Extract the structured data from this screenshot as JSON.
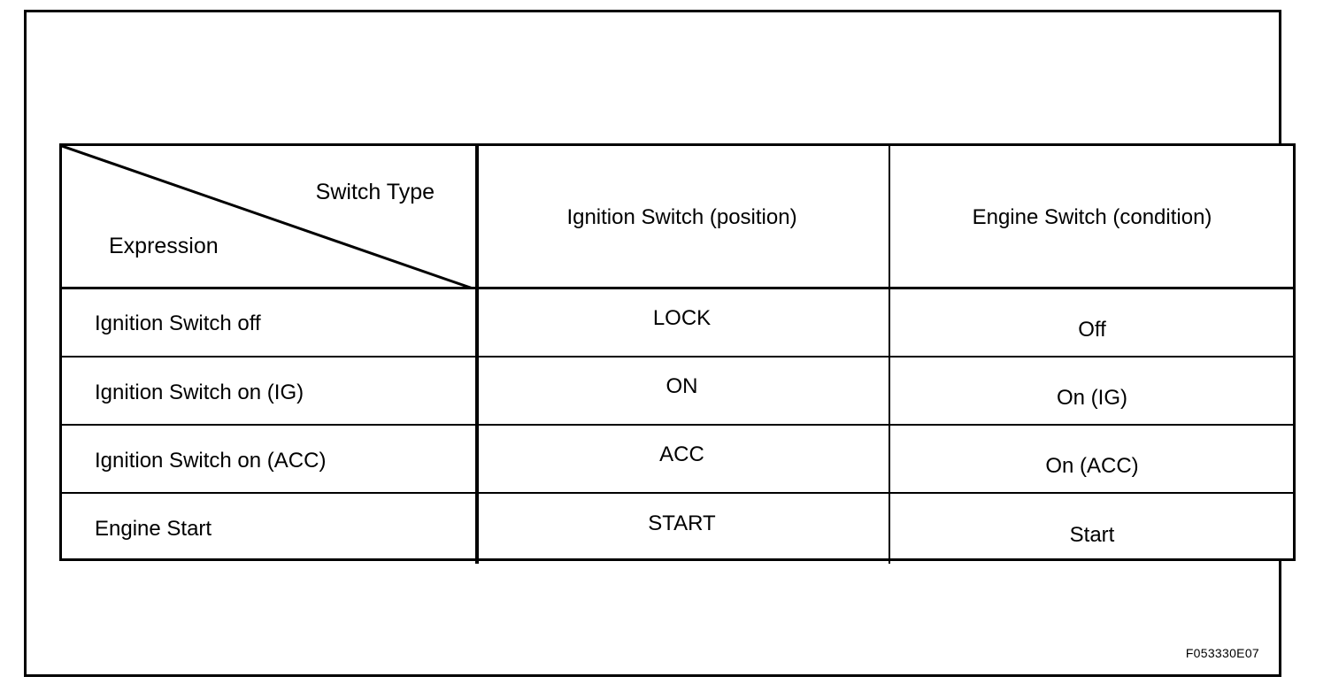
{
  "figure": {
    "id_label": "F053330E07"
  },
  "table": {
    "corner": {
      "top_right_label": "Switch Type",
      "bottom_left_label": "Expression",
      "diagonal": "top-left-to-bottom-right"
    },
    "columns": [
      "Ignition Switch (position)",
      "Engine Switch (condition)"
    ],
    "rows": [
      {
        "expression": "Ignition Switch off",
        "ignition_switch_position": "LOCK",
        "engine_switch_condition": "Off"
      },
      {
        "expression": "Ignition Switch on (IG)",
        "ignition_switch_position": "ON",
        "engine_switch_condition": "On (IG)"
      },
      {
        "expression": "Ignition Switch on (ACC)",
        "ignition_switch_position": "ACC",
        "engine_switch_condition": "On (ACC)"
      },
      {
        "expression": "Engine Start",
        "ignition_switch_position": "START",
        "engine_switch_condition": "Start"
      }
    ]
  },
  "colors": {
    "ink": "#000000",
    "paper": "#ffffff"
  }
}
